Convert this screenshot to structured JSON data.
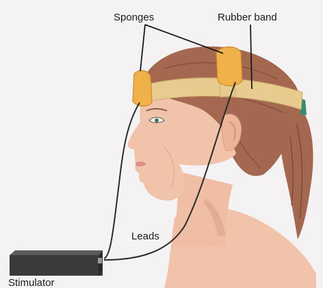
{
  "labels": {
    "sponges": "Sponges",
    "rubber_band": "Rubber band",
    "leads": "Leads",
    "stimulator": "Stimulator"
  },
  "colors": {
    "background": "#f4f2f2",
    "skin": "#f1c3aa",
    "skin_shadow": "#d99e85",
    "hair": "#a4674f",
    "hair_dark": "#7a4a37",
    "band": "#e8cb8f",
    "sponge": "#f0b14a",
    "hair_tie": "#2f8f6f",
    "lead_wire": "#2a2a2a",
    "stimulator_box": "#3a3a3a"
  },
  "icons": {
    "device": "stimulator-box-icon"
  }
}
